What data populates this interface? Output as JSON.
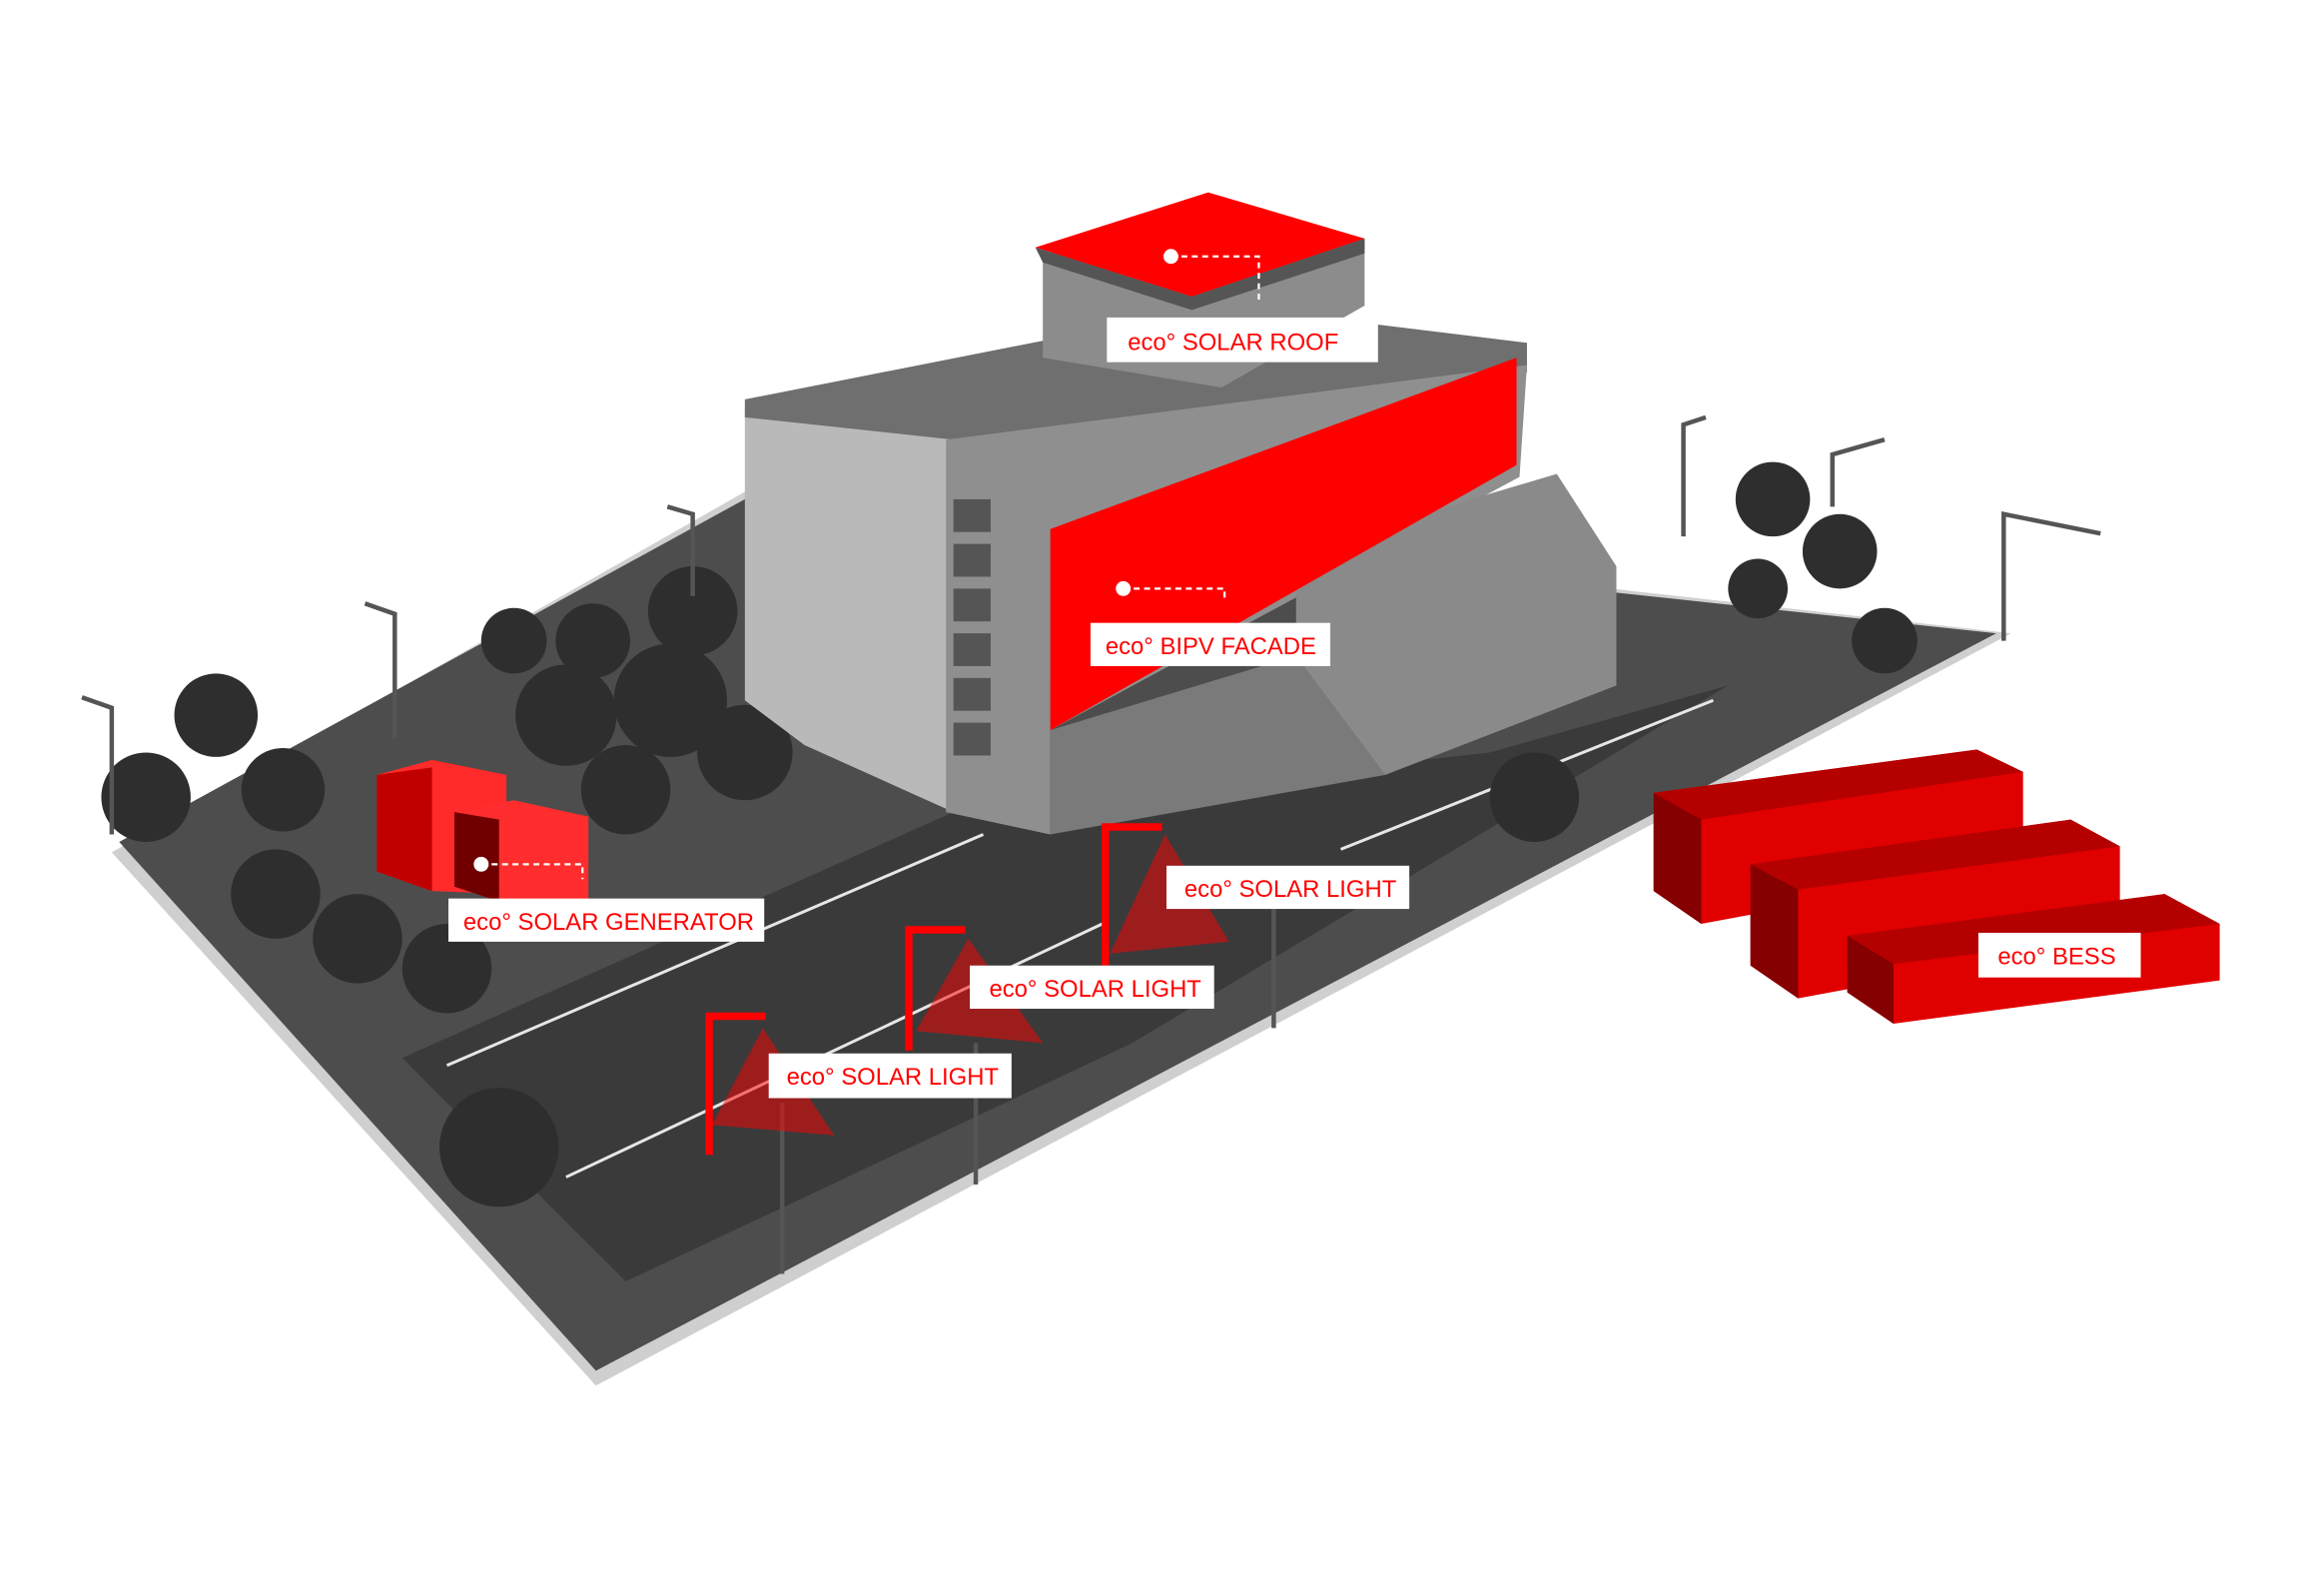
{
  "colors": {
    "accent": "#ff0000",
    "accent_dark": "#b50000",
    "accent_darker": "#850000",
    "ground": "#4a4a4a",
    "building": "#9a9a9a",
    "label_bg": "#ffffff"
  },
  "labels": {
    "solar_roof": "eco° SOLAR ROOF",
    "bipv_facade": "eco° BIPV FACADE",
    "solar_generator": "eco° SOLAR GENERATOR",
    "solar_light_1": "eco° SOLAR LIGHT",
    "solar_light_2": "eco° SOLAR LIGHT",
    "solar_light_3": "eco° SOLAR LIGHT",
    "bess": "eco° BESS"
  }
}
